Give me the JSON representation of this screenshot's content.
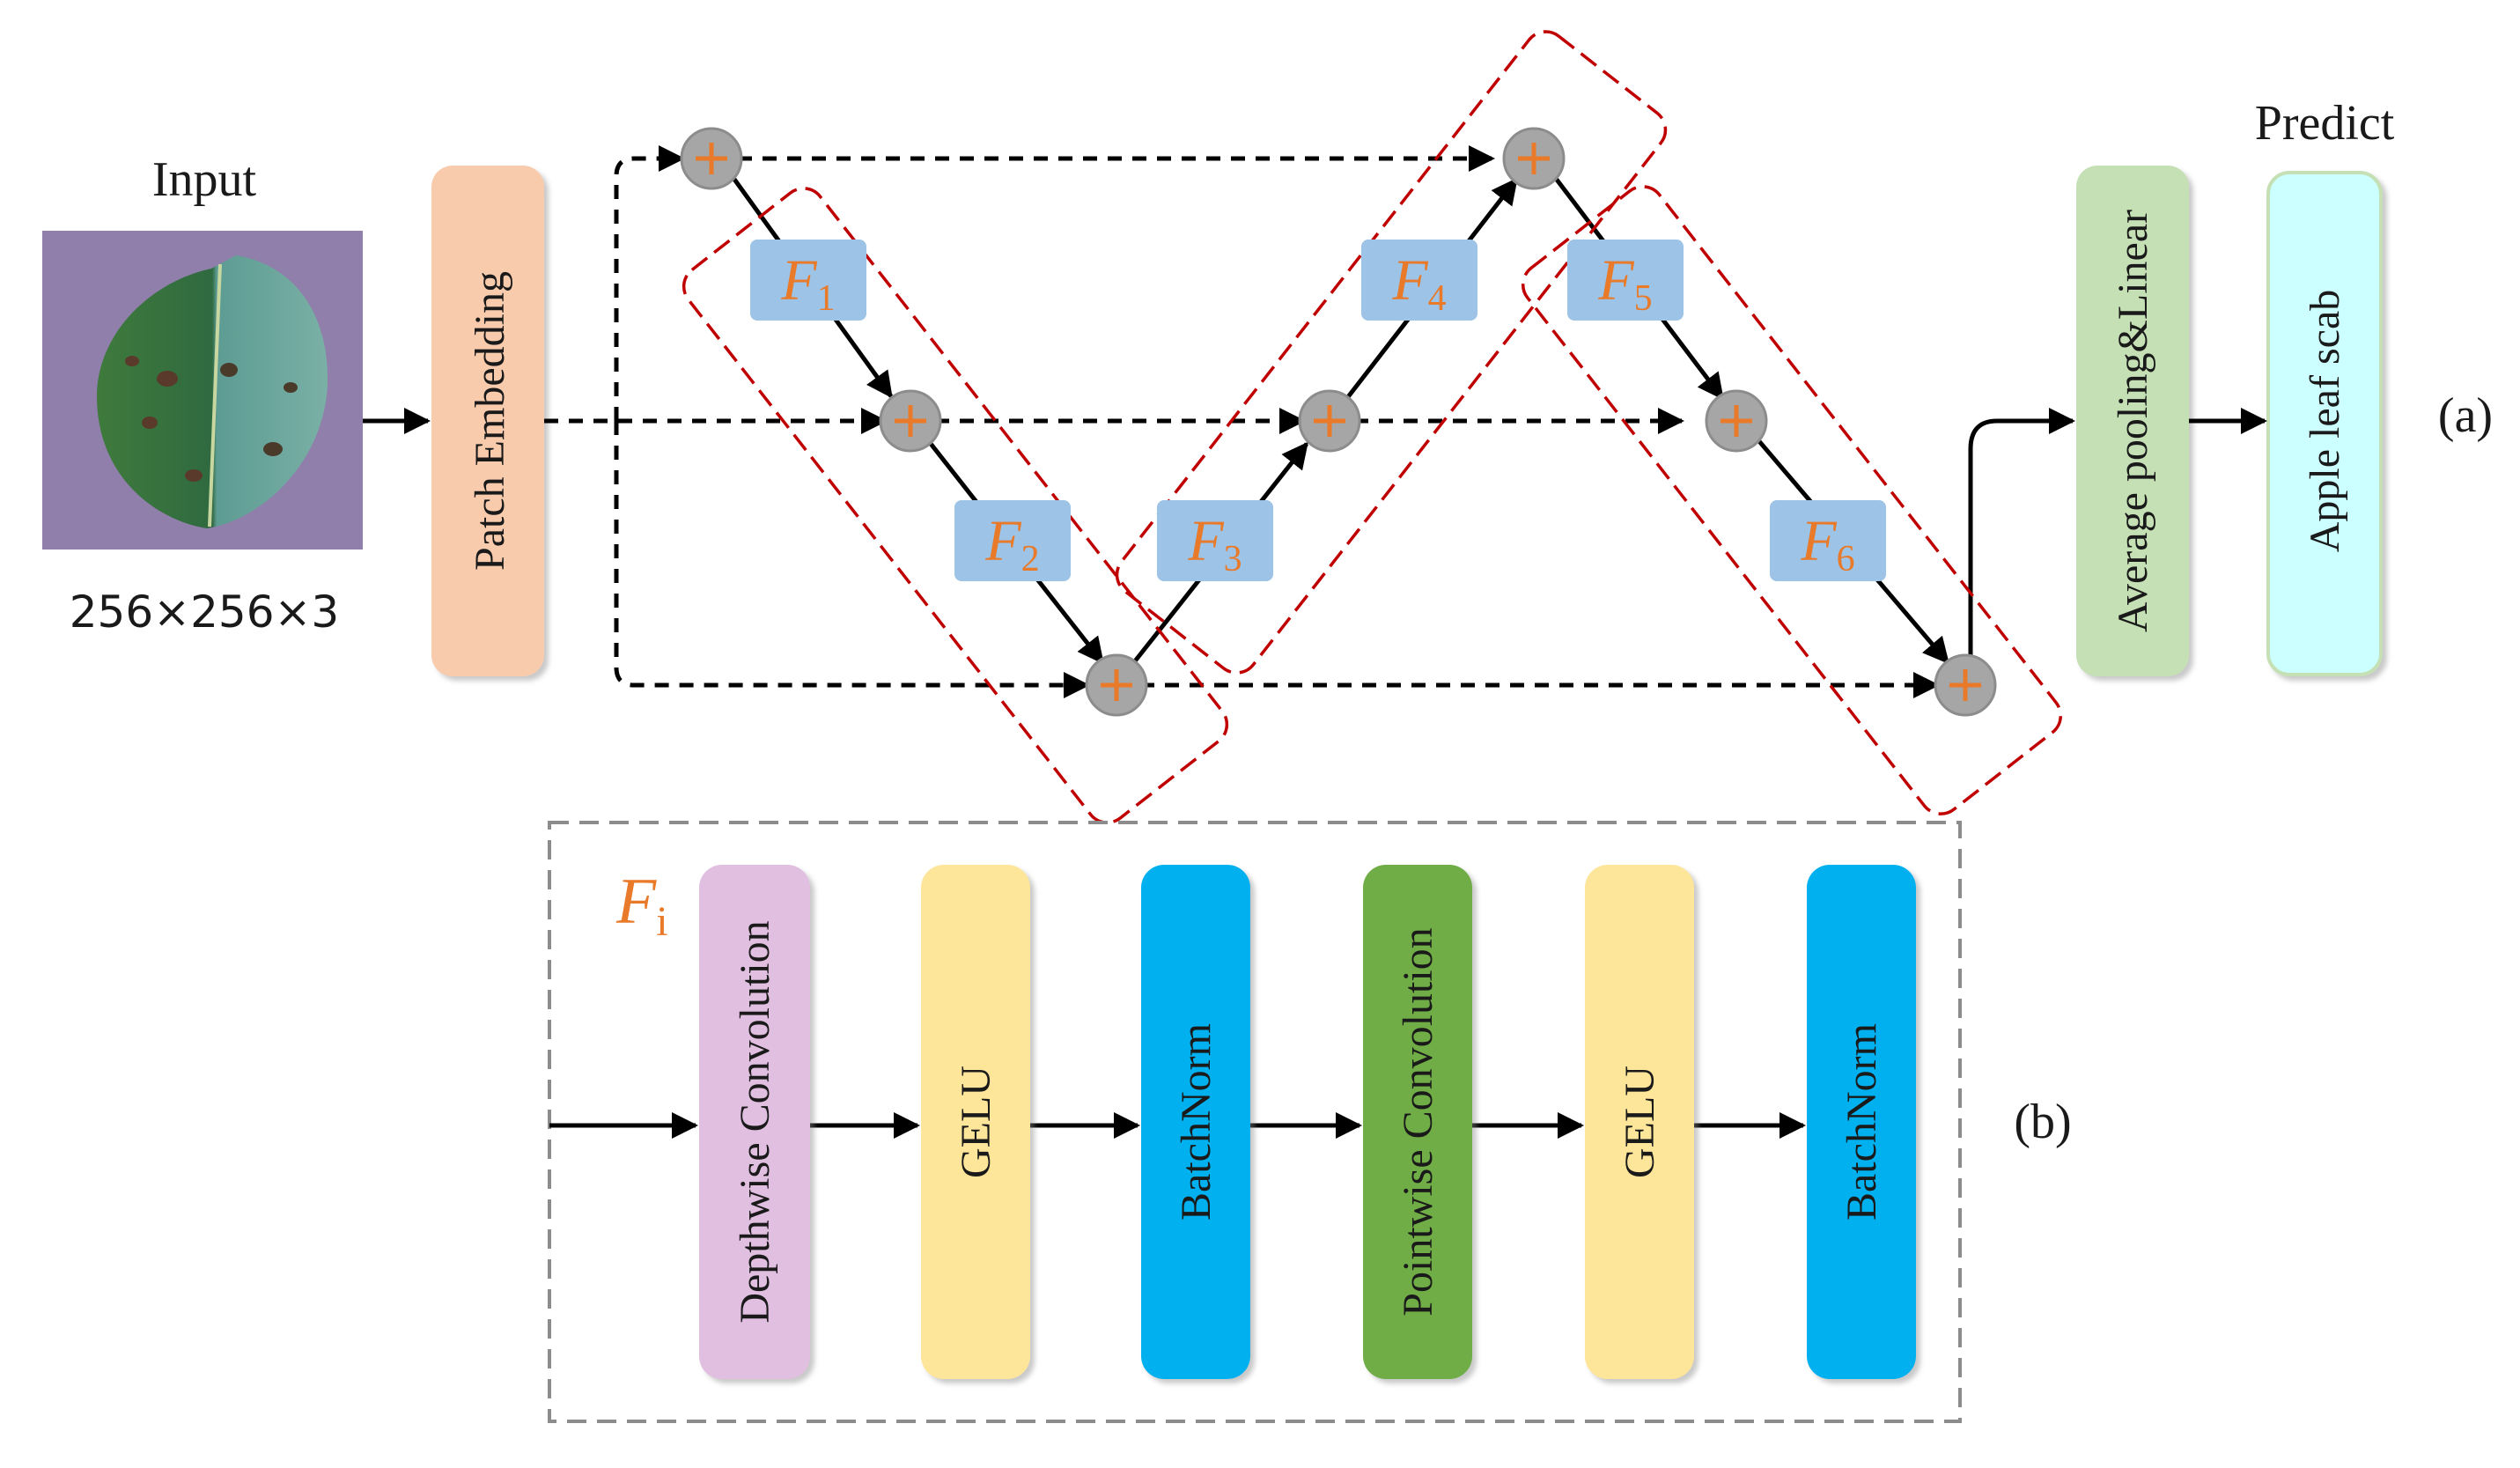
{
  "input": {
    "title": "Input",
    "dimensions": "256×256×3"
  },
  "predict": {
    "title": "Predict"
  },
  "blocks": {
    "patch_embedding": "Patch Embedding",
    "pool_linear": "Average pooling&Linear",
    "output": "Apple leaf scab"
  },
  "f_blocks": [
    {
      "base": "F",
      "sub": "1"
    },
    {
      "base": "F",
      "sub": "2"
    },
    {
      "base": "F",
      "sub": "3"
    },
    {
      "base": "F",
      "sub": "4"
    },
    {
      "base": "F",
      "sub": "5"
    },
    {
      "base": "F",
      "sub": "6"
    }
  ],
  "fi": {
    "base": "F",
    "sub": "i"
  },
  "fi_layers": [
    {
      "label": "Depthwise Convolution",
      "color": "#e1bfe0"
    },
    {
      "label": "GELU",
      "color": "#fde59a"
    },
    {
      "label": "BatchNorm",
      "color": "#00b0ef"
    },
    {
      "label": "Pointwise Convolution",
      "color": "#70ad47"
    },
    {
      "label": "GELU",
      "color": "#fde59a"
    },
    {
      "label": "BatchNorm",
      "color": "#00b0ef"
    }
  ],
  "panel_labels": {
    "a": "(a)",
    "b": "(b)"
  },
  "colors": {
    "patch_embedding": "#f8cbad",
    "pool_linear": "#c5e0b4",
    "output": "#ccffff",
    "f_block": "#9dc3e6",
    "accent": "#e87a2a",
    "group_border": "#c00000",
    "add_node": "#a6a6a6"
  }
}
